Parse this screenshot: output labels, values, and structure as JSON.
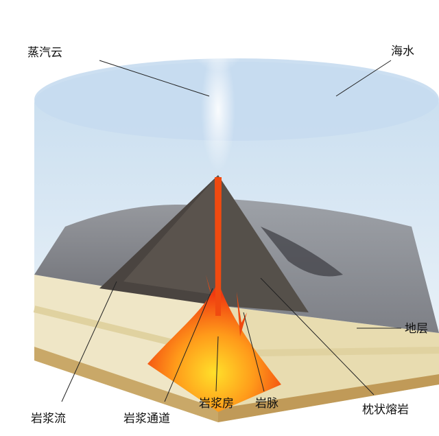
{
  "labels": {
    "steam_cloud": "蒸汽云",
    "seawater": "海水",
    "strata": "地层",
    "lava_flow": "岩浆流",
    "magma_conduit": "岩浆通道",
    "magma_chamber": "岩浆房",
    "dike": "岩脉",
    "pillow_lava": "枕状熔岩"
  },
  "colors": {
    "water": "#cfe3f2",
    "strata": "#ede3c0",
    "strata_dark": "#c9a868",
    "magma": "#f04a10",
    "magma_core": "#ffd21a",
    "rock": "#4a4440"
  }
}
